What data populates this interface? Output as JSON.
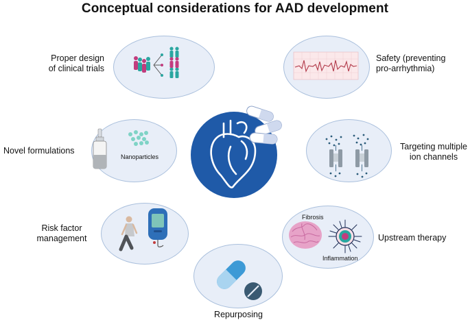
{
  "title": "Conceptual considerations for AAD development",
  "items": {
    "trials": "Proper design of clinical trials",
    "safety": "Safety (preventing pro-arrhythmia)",
    "formulations": "Novel formulations",
    "nanoparticles": "Nanoparticles",
    "ion_channels": "Targeting multiple ion channels",
    "risk": "Risk factor management",
    "upstream": "Upstream therapy",
    "fibrosis": "Fibrosis",
    "inflammation": "Inflammation",
    "repurposing": "Repurposing"
  },
  "colors": {
    "heart_circle": "#1f5aa8",
    "oval_fill": "#e8eef8",
    "oval_border": "#a9bfdc",
    "pill_light": "#cfd9ee",
    "teal": "#2aa6a0",
    "pink": "#c23c7e",
    "ecg": "#b23a4a"
  }
}
